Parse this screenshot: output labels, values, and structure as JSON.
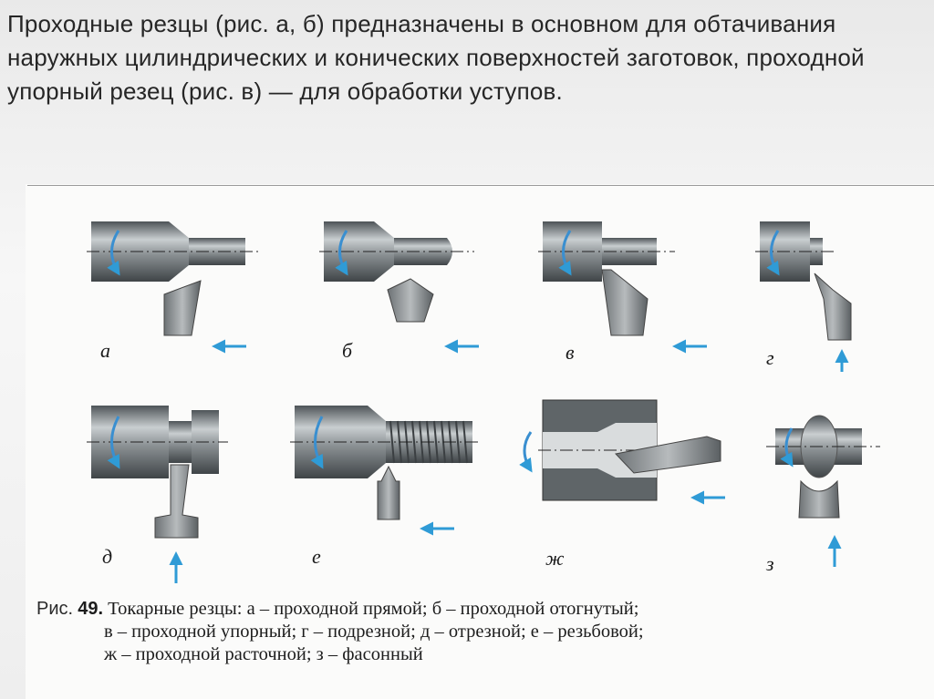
{
  "heading": "Проходные резцы (рис. а, б) предназначены в основном для обтачивания наружных цилиндрических и конических поверхностей заготовок, проходной упорный резец (рис. в) — для обработки уступов.",
  "figure": {
    "labels": {
      "a": "а",
      "b": "б",
      "v": "в",
      "g": "г",
      "d": "д",
      "e": "е",
      "zh": "ж",
      "z": "з"
    }
  },
  "caption": {
    "prefix": "Рис.",
    "number": "49.",
    "line1": "Токарные резцы: а – проходной прямой; б – проходной отогнутый;",
    "line2": "в – проходной упорный; г – подрезной; д – отрезной; е – резьбовой;",
    "line3": "ж – проходной расточной; з – фасонный"
  },
  "colors": {
    "part": "#6f7579",
    "part_highlight": "#c8ccce",
    "tool": "#8a8f92",
    "arrow": "#2f9bd6",
    "rotation": "#3a8fd0"
  }
}
